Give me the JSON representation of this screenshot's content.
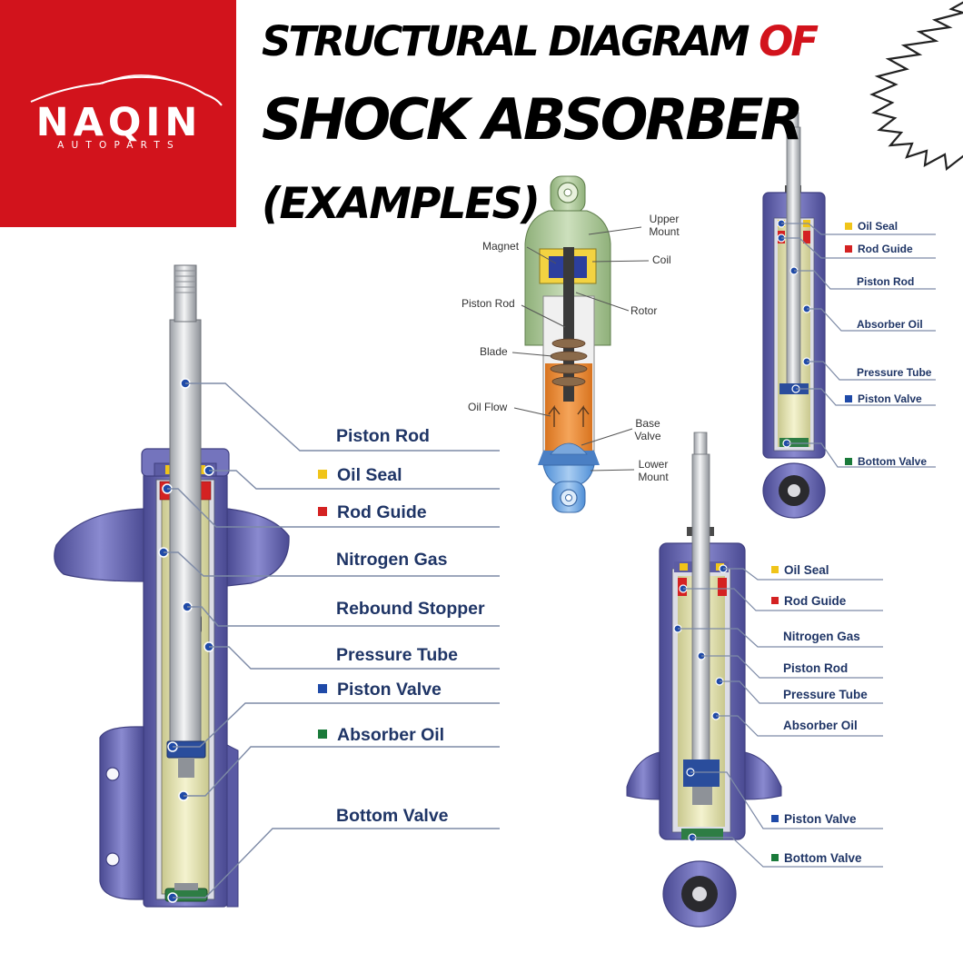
{
  "brand": {
    "name": "NAQIN",
    "sub": "AUTOPARTS",
    "color": "#d2131c"
  },
  "title": {
    "line1": "STRUCTURAL DIAGRAM",
    "line1_accent": "OF",
    "line2": "SHOCK ABSORBER",
    "line3": "(EXAMPLES)"
  },
  "strut_labels": {
    "piston_rod": "Piston Rod",
    "oil_seal": "Oil Seal",
    "rod_guide": "Rod Guide",
    "nitrogen_gas": "Nitrogen Gas",
    "rebound_stopper": "Rebound Stopper",
    "pressure_tube": "Pressure Tube",
    "piston_valve": "Piston Valve",
    "absorber_oil": "Absorber Oil",
    "bottom_valve": "Bottom Valve"
  },
  "magnetic_labels": {
    "upper_mount": "Upper\nMount",
    "magnet": "Magnet",
    "coil": "Coil",
    "piston_rod": "Piston Rod",
    "rotor": "Rotor",
    "blade": "Blade",
    "oil_flow": "Oil Flow",
    "base_valve": "Base\nValve",
    "lower_mount": "Lower\nMount"
  },
  "rear_shock_labels": {
    "oil_seal": "Oil Seal",
    "rod_guide": "Rod Guide",
    "piston_rod": "Piston Rod",
    "absorber_oil": "Absorber Oil",
    "pressure_tube": "Pressure Tube",
    "piston_valve": "Piston Valve",
    "bottom_valve": "Bottom Valve"
  },
  "mid_shock_labels": {
    "oil_seal": "Oil Seal",
    "rod_guide": "Rod Guide",
    "nitrogen_gas": "Nitrogen Gas",
    "piston_rod": "Piston Rod",
    "pressure_tube": "Pressure Tube",
    "absorber_oil": "Absorber Oil",
    "piston_valve": "Piston Valve",
    "bottom_valve": "Bottom Valve"
  },
  "colors": {
    "label_text": "#1f3566",
    "oil_seal_marker": "#f0c419",
    "rod_guide_marker": "#d42222",
    "piston_valve_marker": "#1f4aa8",
    "absorber_oil_marker": "#1a7a3a",
    "housing": "#6f6fb8",
    "oil": "#e8e7b2",
    "leader": "#5a6b8c"
  }
}
